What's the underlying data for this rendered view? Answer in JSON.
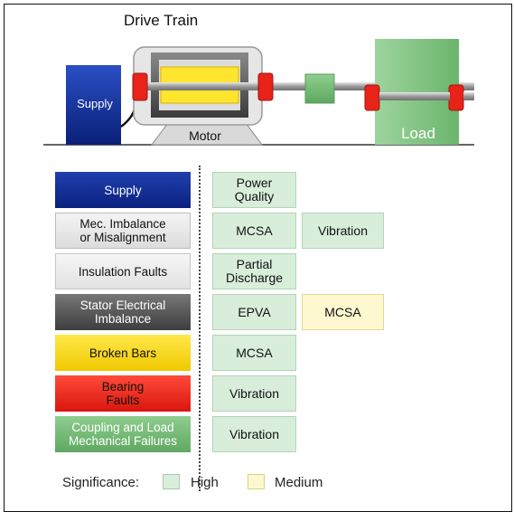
{
  "drawing": {
    "title": "Drive Train",
    "supply_label": "Supply",
    "motor_label": "Motor",
    "load_label": "Load"
  },
  "table": {
    "rows": [
      {
        "fault": "Supply",
        "techniques": [
          {
            "label": "Power\nQuality",
            "significance": "High"
          }
        ]
      },
      {
        "fault": "Mec. Imbalance\nor Misalignment",
        "techniques": [
          {
            "label": "MCSA",
            "significance": "High"
          },
          {
            "label": "Vibration",
            "significance": "High"
          }
        ]
      },
      {
        "fault": "Insulation Faults",
        "techniques": [
          {
            "label": "Partial\nDischarge",
            "significance": "High"
          }
        ]
      },
      {
        "fault": "Stator Electrical\nImbalance",
        "techniques": [
          {
            "label": "EPVA",
            "significance": "High"
          },
          {
            "label": "MCSA",
            "significance": "Medium"
          }
        ]
      },
      {
        "fault": "Broken Bars",
        "techniques": [
          {
            "label": "MCSA",
            "significance": "High"
          }
        ]
      },
      {
        "fault": "Bearing\nFaults",
        "techniques": [
          {
            "label": "Vibration",
            "significance": "High"
          }
        ]
      },
      {
        "fault": "Coupling and Load\nMechanical Failures",
        "techniques": [
          {
            "label": "Vibration",
            "significance": "High"
          }
        ]
      }
    ]
  },
  "legend": {
    "label": "Significance:",
    "high": "High",
    "medium": "Medium"
  },
  "colors": {
    "high": "#d8eedb",
    "medium": "#fdf8cf",
    "supply_blue": "#0b2180",
    "load_green": "#7cc17c",
    "coupling_red": "#e8231a"
  }
}
